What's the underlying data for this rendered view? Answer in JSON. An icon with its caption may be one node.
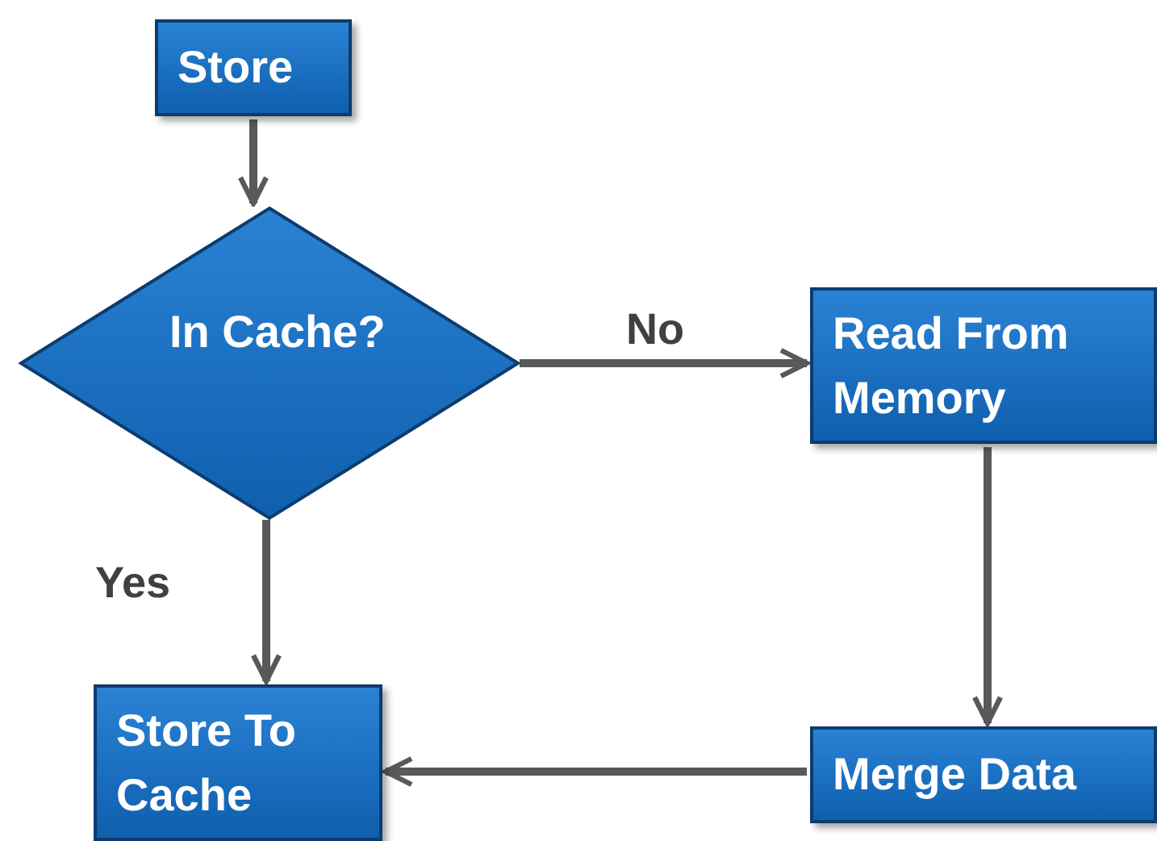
{
  "diagram": {
    "nodes": [
      {
        "text": [
          "Store"
        ]
      },
      {
        "text": [
          "In Cache?"
        ]
      },
      {
        "text": [
          "Read From Memory"
        ]
      },
      {
        "text": [
          "Store To Cache"
        ]
      },
      {
        "text": [
          "Merge Data"
        ]
      }
    ],
    "edges": [
      {
        "from": 0,
        "to": 1,
        "arrow": "to"
      },
      {
        "from": 1,
        "to": 2,
        "arrow": "to",
        "label": "No"
      },
      {
        "from": 1,
        "to": 3,
        "arrow": "to",
        "label": "Yes"
      },
      {
        "from": 2,
        "to": 4,
        "arrow": "to"
      },
      {
        "from": 4,
        "to": 3,
        "arrow": "to"
      }
    ]
  }
}
